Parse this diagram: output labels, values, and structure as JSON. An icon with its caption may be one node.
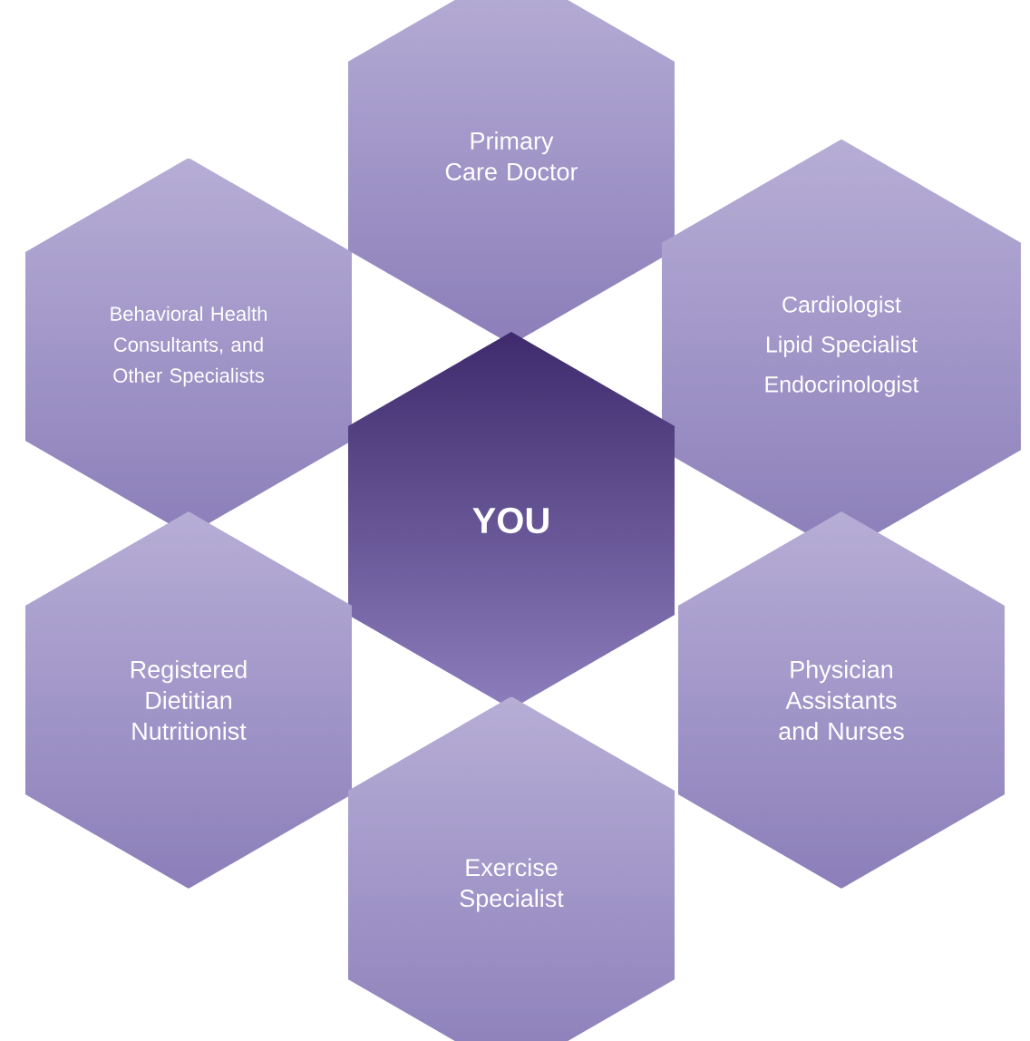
{
  "diagram": {
    "nodes": [
      {
        "text": [
          "Primary Care Doctor"
        ]
      },
      {
        "text": [
          "Behavioral Health Consultants, and Other Specialists"
        ]
      },
      {
        "text": [
          "Cardiologist",
          "Lipid Specialist",
          "Endocrinologist"
        ]
      },
      {
        "text": [
          "YOU"
        ]
      },
      {
        "text": [
          "Registered Dietitian Nutritionist"
        ]
      },
      {
        "text": [
          "Physician Assistants and Nurses"
        ]
      },
      {
        "text": [
          "Exercise Specialist"
        ]
      }
    ]
  }
}
